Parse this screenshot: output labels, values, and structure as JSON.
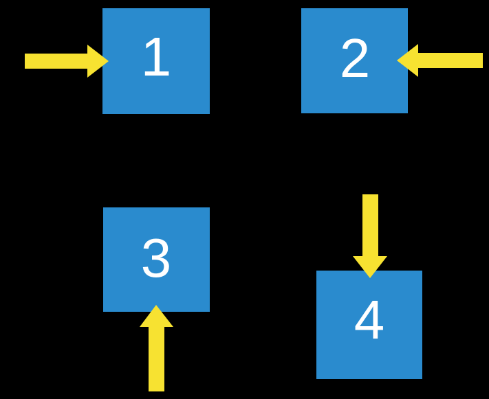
{
  "scene": {
    "description": "Four numbered blue squares on a black background, each pointed at by a yellow block arrow",
    "background_color": "#000000",
    "square_color": "#2A8BCE",
    "arrow_color": "#F7E231",
    "label_color": "#FFFFFF"
  },
  "squares": [
    {
      "label": "1",
      "position": "top-left",
      "arrow": {
        "direction": "right",
        "enters_at": "left-edge"
      }
    },
    {
      "label": "2",
      "position": "top-right",
      "arrow": {
        "direction": "left",
        "enters_at": "right-edge"
      }
    },
    {
      "label": "3",
      "position": "bottom-left",
      "arrow": {
        "direction": "up",
        "enters_at": "bottom-edge"
      }
    },
    {
      "label": "4",
      "position": "bottom-right",
      "arrow": {
        "direction": "down",
        "enters_at": "top-edge"
      }
    }
  ]
}
